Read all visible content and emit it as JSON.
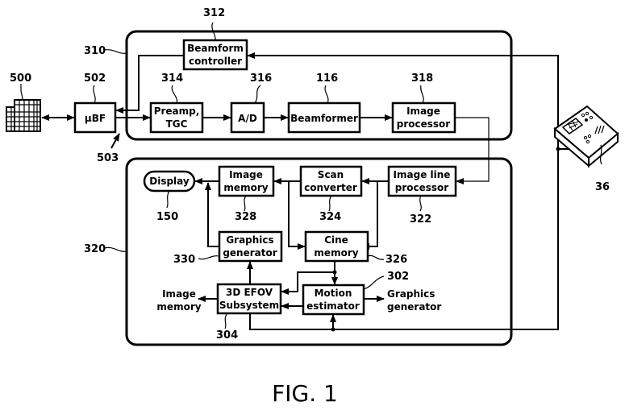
{
  "figure": {
    "caption": "FIG. 1"
  },
  "groups": {
    "front_end": {
      "ref": "310"
    },
    "back_end": {
      "ref": "320"
    }
  },
  "devices": {
    "transducer_array": {
      "ref": "500"
    },
    "micro_beamformer": {
      "ref": "502",
      "label": "μBF",
      "cable_ref": "503"
    },
    "user_interface": {
      "ref": "36"
    }
  },
  "blocks": {
    "beamform_controller": {
      "ref": "312",
      "line1": "Beamform",
      "line2": "controller"
    },
    "preamp_tgc": {
      "ref": "314",
      "line1": "Preamp,",
      "line2": "TGC"
    },
    "ad_converter": {
      "ref": "316",
      "line1": "A/D"
    },
    "beamformer": {
      "ref": "116",
      "line1": "Beamformer"
    },
    "image_processor": {
      "ref": "318",
      "line1": "Image",
      "line2": "processor"
    },
    "display": {
      "ref": "150",
      "line1": "Display"
    },
    "image_memory": {
      "ref": "328",
      "line1": "Image",
      "line2": "memory"
    },
    "scan_converter": {
      "ref": "324",
      "line1": "Scan",
      "line2": "converter"
    },
    "image_line_processor": {
      "ref": "322",
      "line1": "Image line",
      "line2": "processor"
    },
    "graphics_generator": {
      "ref": "330",
      "line1": "Graphics",
      "line2": "generator"
    },
    "cine_memory": {
      "ref": "326",
      "line1": "Cine",
      "line2": "memory"
    },
    "efov_subsystem": {
      "ref": "304",
      "line1": "3D EFOV",
      "line2": "Subsystem"
    },
    "motion_estimator": {
      "ref": "302",
      "line1": "Motion",
      "line2": "estimator"
    }
  },
  "outputs": {
    "to_image_memory": {
      "line1": "Image",
      "line2": "memory"
    },
    "to_graphics_generator": {
      "line1": "Graphics",
      "line2": "generator"
    }
  }
}
